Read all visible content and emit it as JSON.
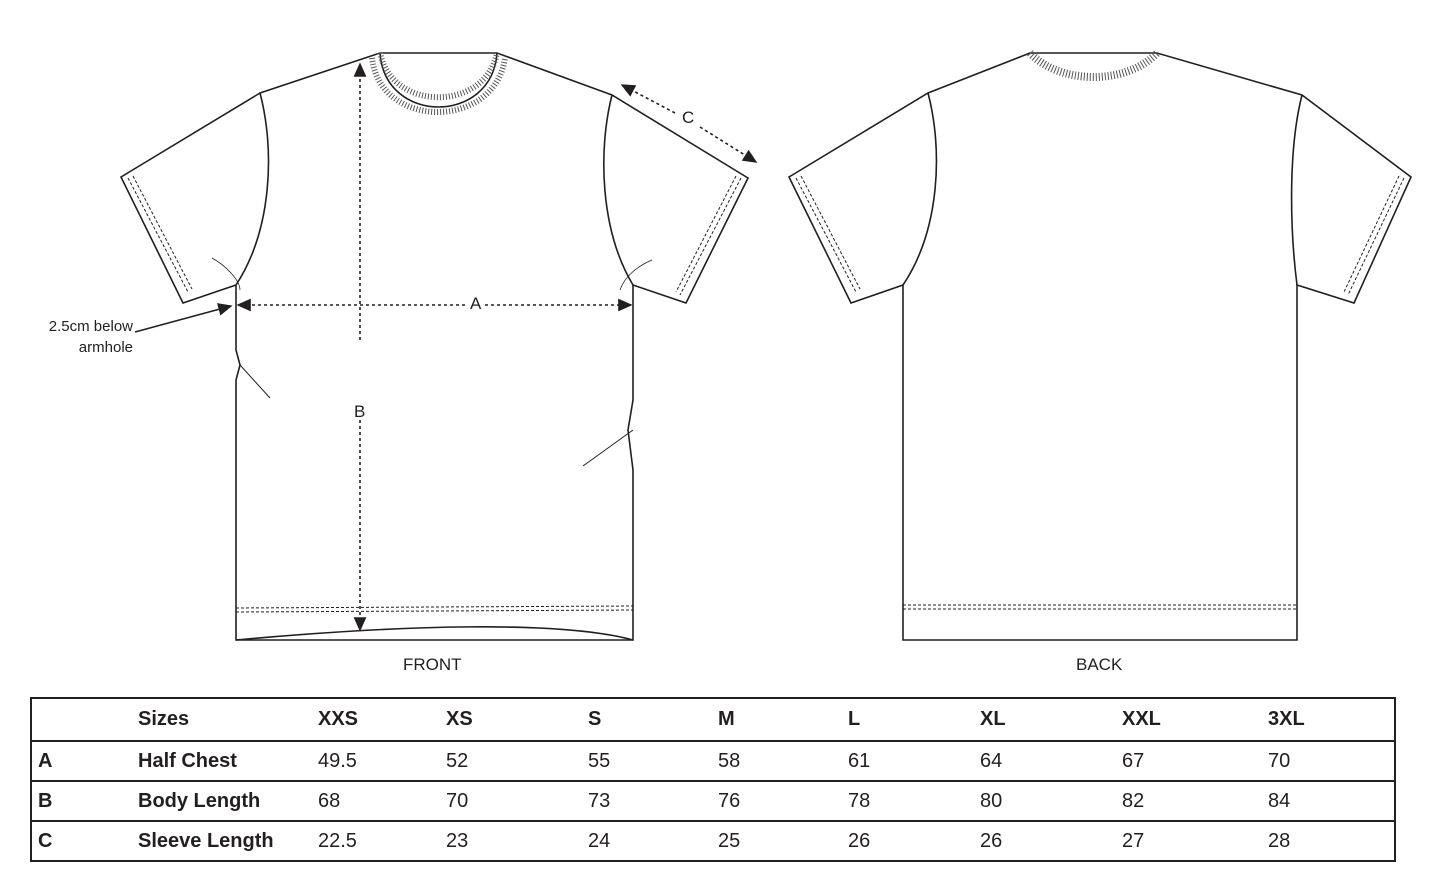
{
  "views": {
    "front": "FRONT",
    "back": "BACK"
  },
  "dimensions": {
    "a": "A",
    "b": "B",
    "c": "C"
  },
  "annotation": {
    "line1": "2.5cm below",
    "line2": "armhole"
  },
  "table": {
    "header_label": "Sizes",
    "sizes": [
      "XXS",
      "XS",
      "S",
      "M",
      "L",
      "XL",
      "XXL",
      "3XL"
    ],
    "rows": [
      {
        "code": "A",
        "name": "Half Chest",
        "values": [
          "49.5",
          "52",
          "55",
          "58",
          "61",
          "64",
          "67",
          "70"
        ]
      },
      {
        "code": "B",
        "name": "Body Length",
        "values": [
          "68",
          "70",
          "73",
          "76",
          "78",
          "80",
          "82",
          "84"
        ]
      },
      {
        "code": "C",
        "name": "Sleeve Length",
        "values": [
          "22.5",
          "23",
          "24",
          "25",
          "26",
          "26",
          "27",
          "28"
        ]
      }
    ]
  }
}
